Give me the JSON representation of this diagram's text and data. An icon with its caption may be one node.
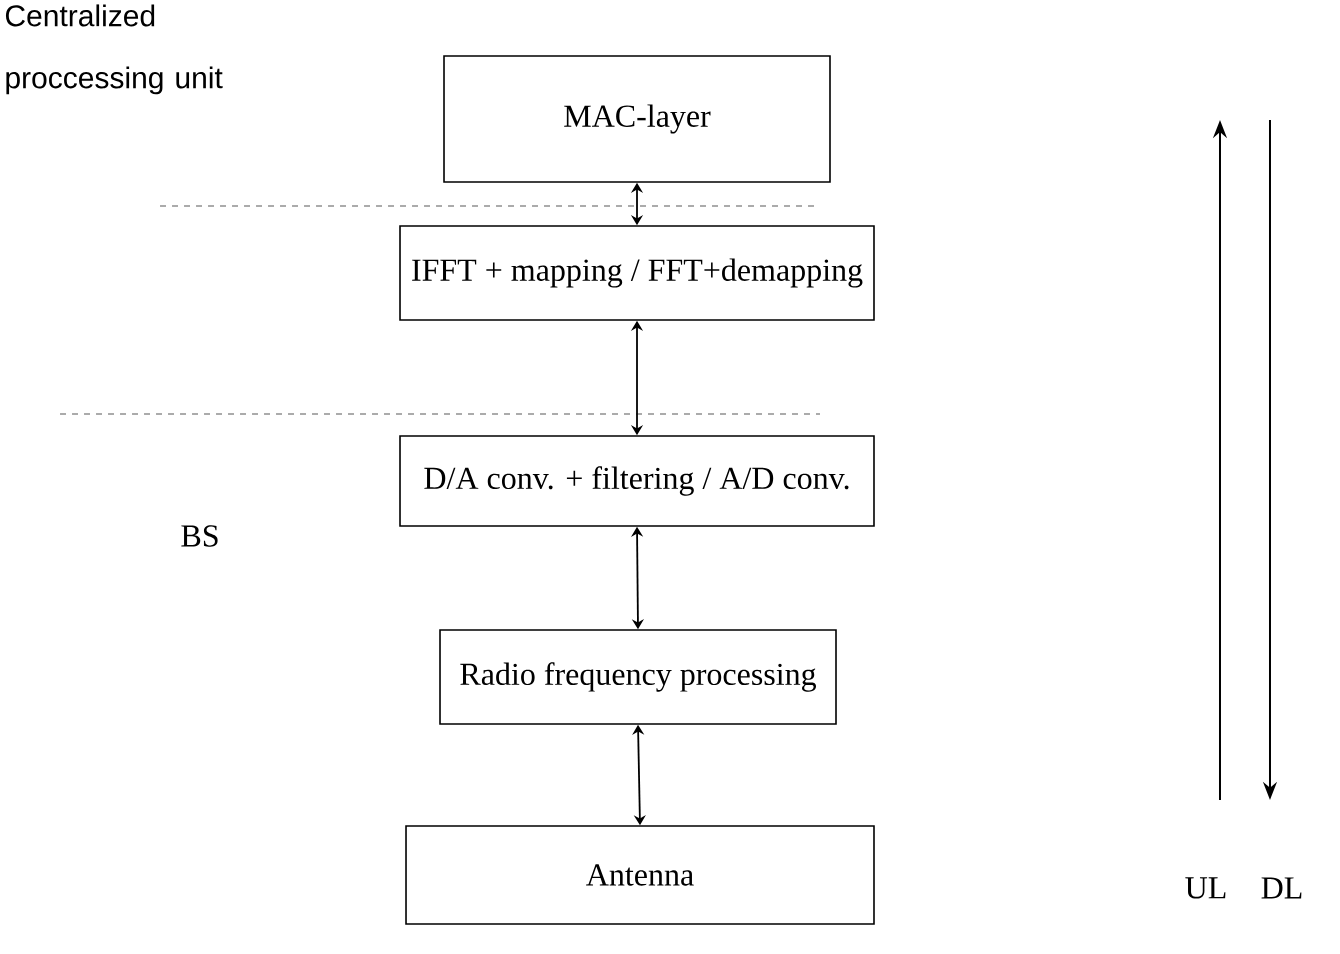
{
  "diagram": {
    "nodes": [
      {
        "text": [
          "MAC-layer"
        ]
      },
      {
        "text": [
          "IFFT + mapping / FFT+demapping"
        ]
      },
      {
        "text": [
          "D/A conv. + filtering / A/D conv."
        ]
      },
      {
        "text": [
          "Radio frequency processing"
        ]
      },
      {
        "text": [
          "Antenna"
        ]
      }
    ],
    "edges": [
      {
        "from": 0,
        "to": 1,
        "arrow": "both"
      },
      {
        "from": 1,
        "to": 2,
        "arrow": "both"
      },
      {
        "from": 2,
        "to": 3,
        "arrow": "both"
      },
      {
        "from": 3,
        "to": 4,
        "arrow": "both"
      }
    ],
    "labels": [
      "Centralized proccessing unit",
      "BS",
      "UL",
      "DL"
    ]
  }
}
